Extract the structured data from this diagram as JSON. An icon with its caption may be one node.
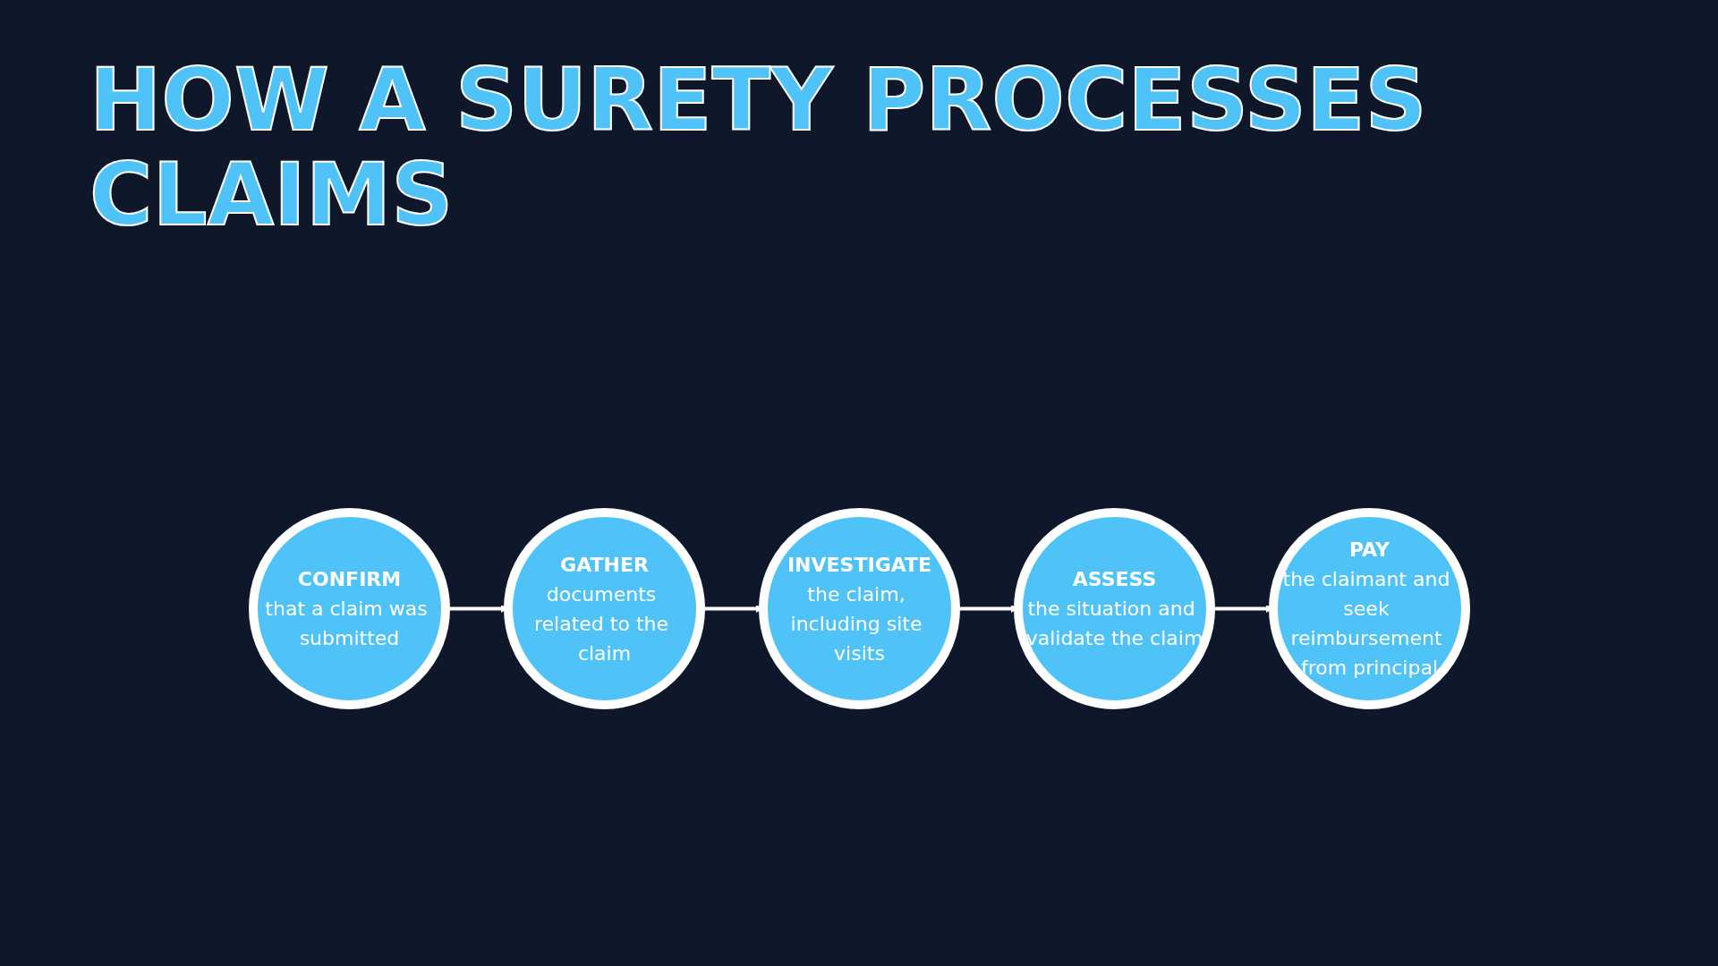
{
  "diagram": {
    "title": "HOW A SURETY PROCESSES CLAIMS",
    "nodes": [
      {
        "text": [
          "CONFIRM",
          "that a claim was submitted"
        ]
      },
      {
        "text": [
          "GATHER",
          "documents related to the claim"
        ]
      },
      {
        "text": [
          "INVESTIGATE",
          "the claim, including site visits"
        ]
      },
      {
        "text": [
          "ASSESS",
          "the situation and validate the claim"
        ]
      },
      {
        "text": [
          "PAY",
          "the claimant and seek reimbursement from principal"
        ]
      }
    ],
    "edges": [
      {
        "from": 0,
        "to": 1,
        "arrow": "to"
      },
      {
        "from": 1,
        "to": 2,
        "arrow": "to"
      },
      {
        "from": 2,
        "to": 3,
        "arrow": "to"
      },
      {
        "from": 3,
        "to": 4,
        "arrow": "to"
      }
    ]
  }
}
